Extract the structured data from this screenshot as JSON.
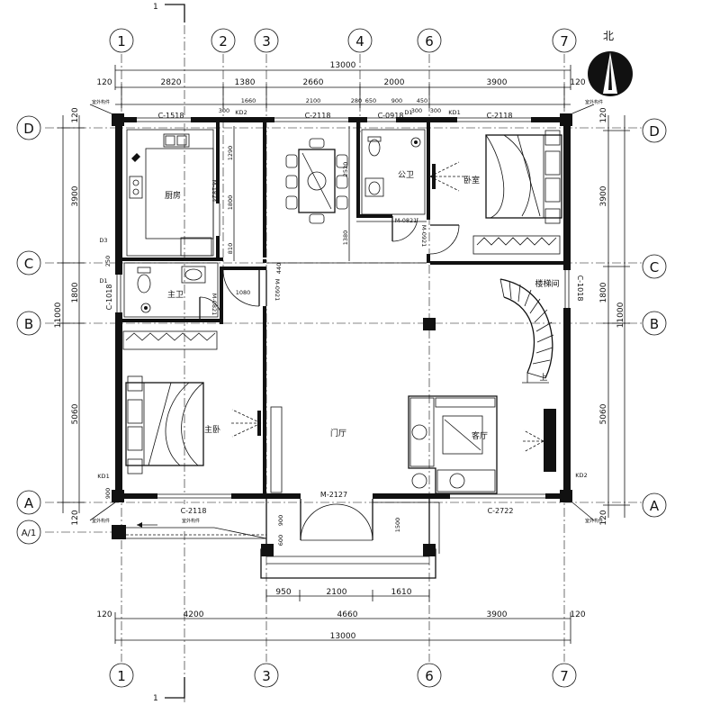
{
  "section_mark": "1",
  "north_label": "北",
  "grid_axes_columns": [
    "1",
    "2",
    "3",
    "4",
    "6",
    "7"
  ],
  "grid_axes_rows": [
    "D",
    "C",
    "B",
    "A",
    "A/1"
  ],
  "top_dims": {
    "total": "13000",
    "segments": [
      "120",
      "2820",
      "1380",
      "2660",
      "2000",
      "3900",
      "120"
    ],
    "inner": [
      "300",
      "1660",
      "2100",
      "280",
      "650",
      "900",
      "450",
      "300",
      "300"
    ]
  },
  "bottom_dims": {
    "segments": [
      "120",
      "4200",
      "4660",
      "3900",
      "120"
    ],
    "total": "13000",
    "porch": [
      "950",
      "2100",
      "1610"
    ]
  },
  "left_dims": [
    "120",
    "3900",
    "1800",
    "5060",
    "120",
    "11000"
  ],
  "right_dims": [
    "120",
    "3900",
    "1800",
    "5060",
    "120",
    "11000"
  ],
  "inner_dims": [
    "1290",
    "1800",
    "810",
    "2520",
    "1380",
    "250",
    "300",
    "440",
    "1080",
    "900",
    "600",
    "900",
    "1500"
  ],
  "rooms": {
    "kitchen": "厨房",
    "public_bath": "公卫",
    "bedroom": "卧室",
    "master_bath": "主卫",
    "stairs": "楼梯间",
    "master_bedroom": "主卧",
    "foyer": "门厅",
    "living": "客厅",
    "up": "上"
  },
  "windows": {
    "c1518": "C-1518",
    "c2118_top": "C-2118",
    "c0918": "C-0918",
    "c2118_bedroom": "C-2118",
    "c1018_left": "C-1018",
    "c1018_right": "C-1018",
    "c2118_bottom": "C-2118",
    "c2722": "C-2722"
  },
  "doors": {
    "m1824": "M-1824",
    "m0821": "M-0821",
    "m0921_a": "M-0921",
    "m0921_b": "M-0921",
    "m0821_b": "M-0821",
    "m2127": "M-2127",
    "kd2_top": "KD2",
    "kd1_top": "KD1",
    "d1_top": "D1",
    "d3": "D3",
    "d1_left": "D1",
    "kd1_left": "KD1",
    "kd2_right": "KD2"
  },
  "outdoor_tag": "室外构件",
  "arrow_glyph": "→"
}
